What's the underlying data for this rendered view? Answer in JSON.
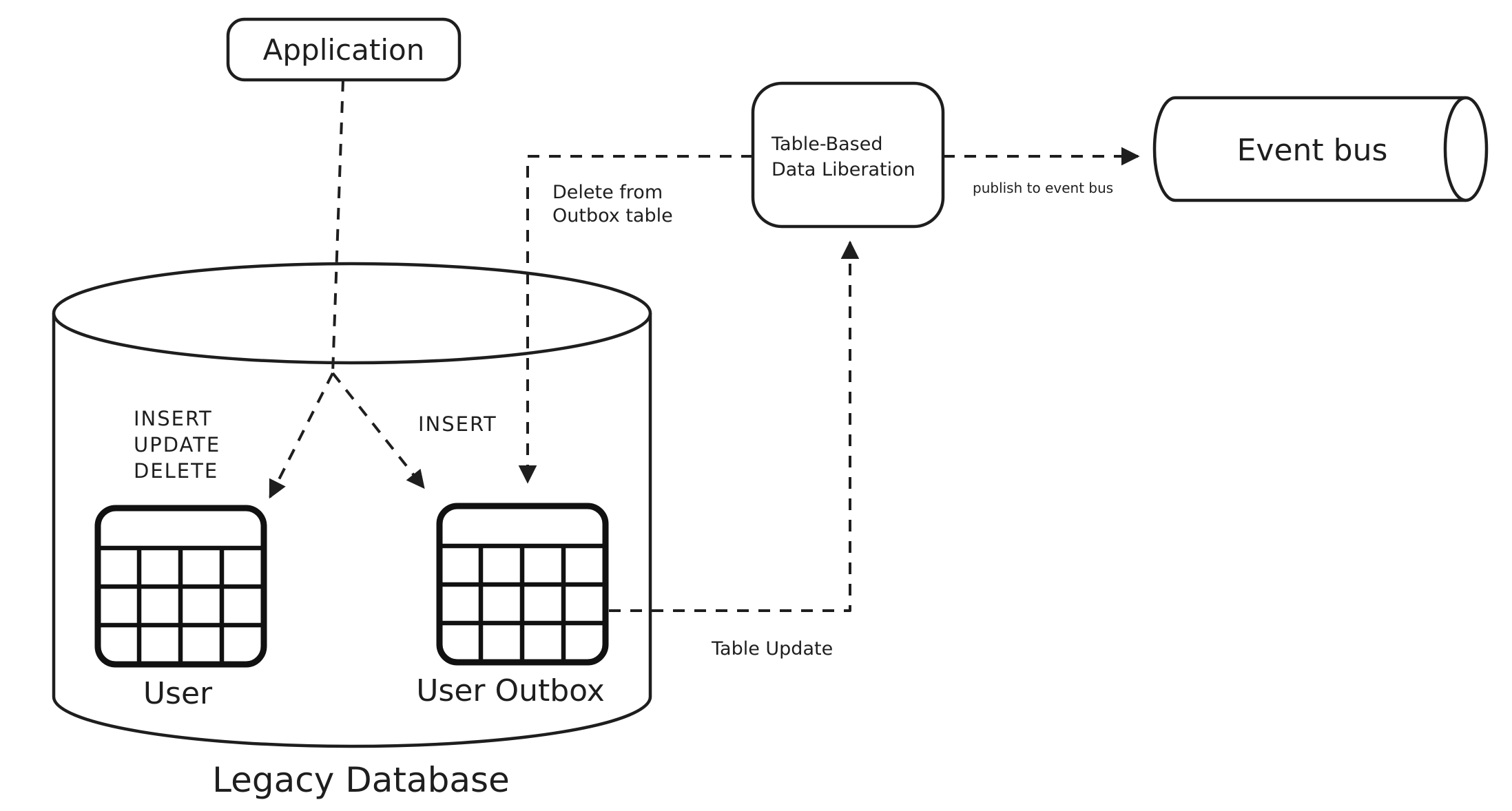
{
  "nodes": {
    "application": "Application",
    "liberation_line1": "Table-Based",
    "liberation_line2": "Data Liberation",
    "event_bus": "Event bus",
    "database": "Legacy Database",
    "table_user": "User",
    "table_user_outbox": "User Outbox"
  },
  "edge_labels": {
    "iud_line1": "INSERT",
    "iud_line2": "UPDATE",
    "iud_line3": "DELETE",
    "insert": "INSERT",
    "delete_line1": "Delete from",
    "delete_line2": "Outbox table",
    "publish": "publish to event bus",
    "table_update": "Table Update"
  },
  "colors": {
    "stroke": "#1e1e1e",
    "table_stroke": "#111111",
    "background": "#ffffff"
  }
}
